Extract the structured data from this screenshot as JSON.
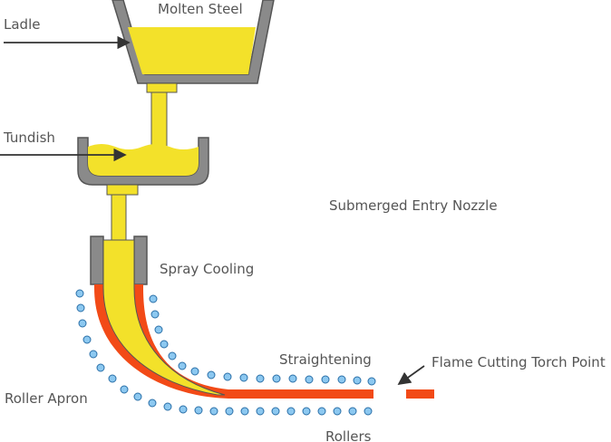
{
  "diagram": {
    "labels": {
      "ladle": "Ladle",
      "molten_steel": "Molten Steel",
      "tundish": "Tundish",
      "submerged_entry_nozzle": "Submerged Entry Nozzle",
      "spray_cooling": "Spray Cooling",
      "straightening": "Straightening",
      "flame_cutting": "Flame Cutting Torch Point",
      "roller_apron": "Roller Apron",
      "rollers": "Rollers"
    },
    "colors": {
      "steel": "#f3e12a",
      "vessel": "#8a8a8a",
      "vessel_dark": "#555555",
      "solid_shell": "#f24a17",
      "roller": "#8cc8f0",
      "roller_edge": "#2a6fa8",
      "arrow": "#333333",
      "text": "#555555"
    }
  }
}
